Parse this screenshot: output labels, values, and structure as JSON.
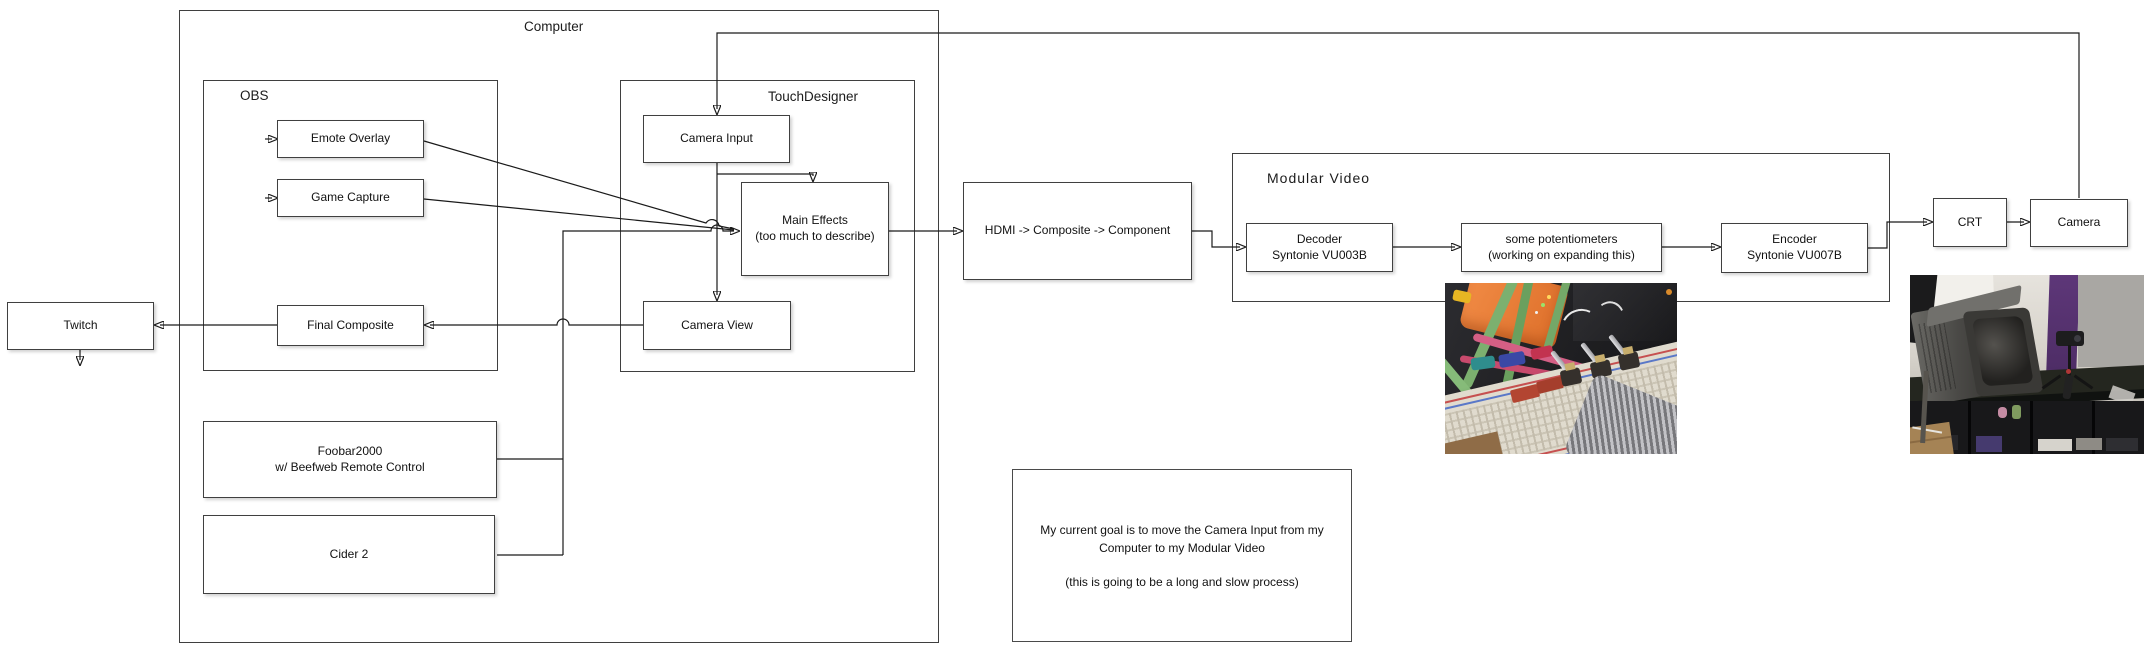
{
  "title": "Streaming / modular video signal flow diagram",
  "colors": {
    "box_border": "#404040",
    "connector": "#1a1a1a",
    "background": "#ffffff",
    "photo_orange_device": "#e8772f",
    "photo_breadboard": "#e0dbce",
    "photo_green_cable": "#7cb06f",
    "photo_pink_cable": "#d45f85",
    "photo_purple_stripe": "#5e3779"
  },
  "nodes": {
    "computer": "Computer",
    "obs": "OBS",
    "emote_overlay": "Emote Overlay",
    "game_capture": "Game Capture",
    "final_composite": "Final Composite",
    "touchdesigner": "TouchDesigner",
    "camera_input": "Camera Input",
    "main_effects": [
      "Main Effects",
      "(too much to describe)"
    ],
    "camera_view": "Camera View",
    "twitch": "Twitch",
    "foobar": [
      "Foobar2000",
      "w/ Beefweb Remote Control"
    ],
    "cider": "Cider 2",
    "hdmi": "HDMI -> Composite -> Component",
    "modular_video": "Modular Video",
    "decoder": [
      "Decoder",
      "Syntonie VU003B"
    ],
    "potentiometers": [
      "some potentiometers",
      "(working on expanding this)"
    ],
    "encoder": [
      "Encoder",
      "Syntonie VU007B"
    ],
    "crt": "CRT",
    "camera": "Camera"
  },
  "note": {
    "line1": "My current goal is to move the Camera Input from my",
    "line2": "Computer to my Modular Video",
    "line3": "(this is going to be a long and slow process)"
  },
  "photos": {
    "breadboard_alt": "Breadboard with potentiometers, RCA plugs and green/pink patch cables next to an orange decoder",
    "crt_alt": "Grey CRT television on a black shelf with a small camera on a tripod, white cloth and purple stripe behind"
  }
}
